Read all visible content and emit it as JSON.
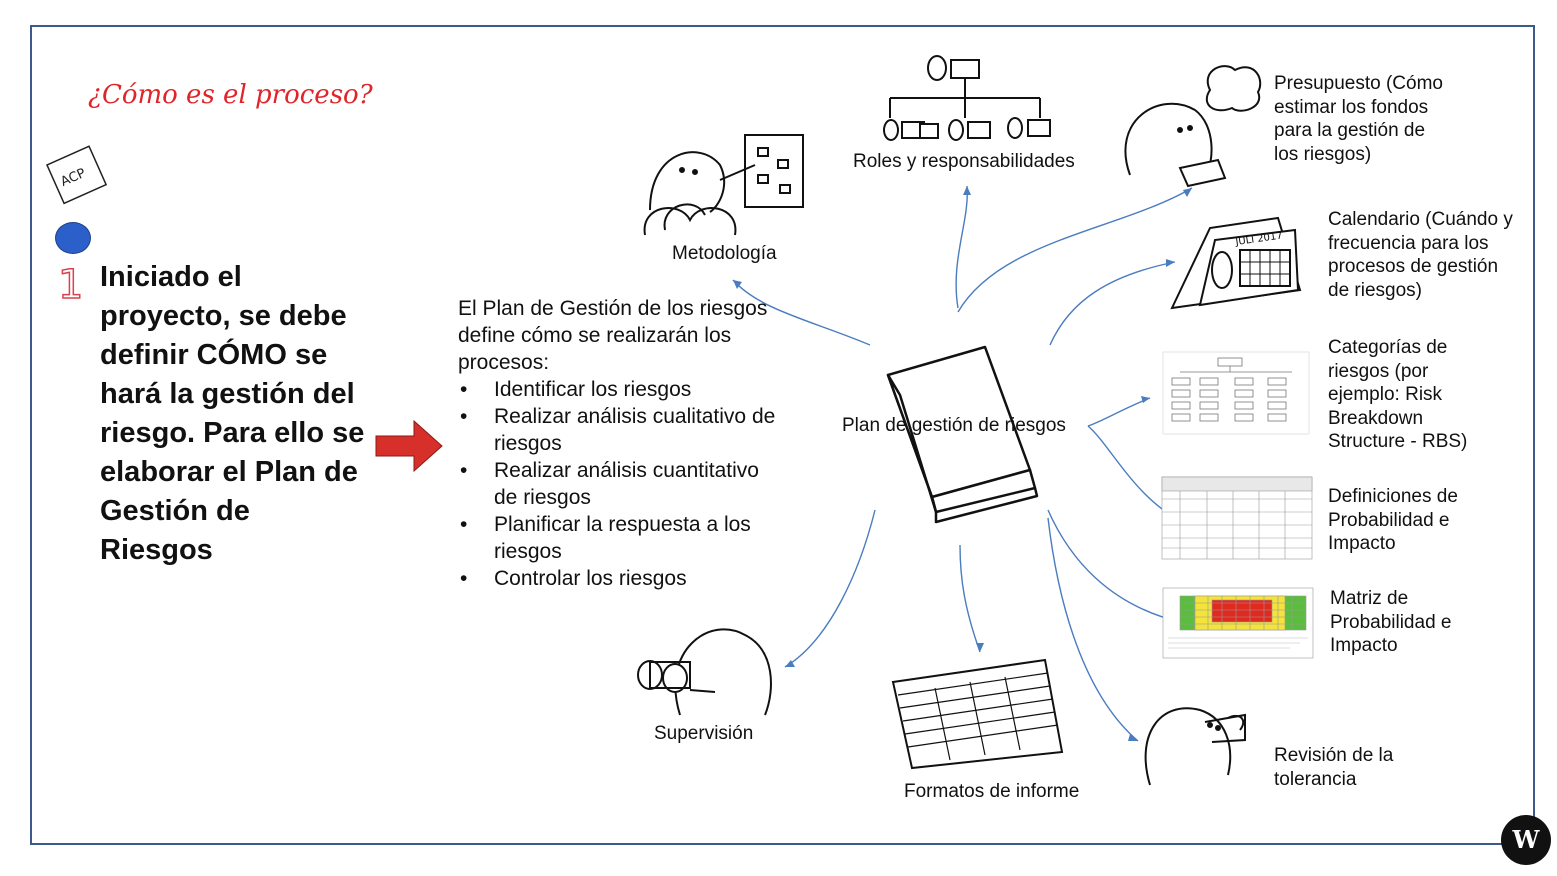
{
  "heading": "¿Cómo es el proceso?",
  "badge": "ACP",
  "step": {
    "number": "1",
    "text": "Iniciado el proyecto, se debe definir CÓMO se hará la gestión del riesgo.  Para ello se elaborar el Plan de Gestión de Riesgos"
  },
  "intro": {
    "lead": "El Plan de Gestión de los riesgos define cómo se realizarán los procesos:",
    "items": [
      "Identificar los riesgos",
      "Realizar análisis cualitativo de riesgos",
      "Realizar análisis cuantitativo de riesgos",
      "Planificar la respuesta a los riesgos",
      "Controlar los riesgos"
    ]
  },
  "center": "Plan de gestión de riesgos",
  "nodes": {
    "metodologia": "Metodología",
    "roles": "Roles y responsabilidades",
    "presupuesto": "Presupuesto (Cómo estimar los fondos para la gestión de los riesgos)",
    "calendario": "Calendario (Cuándo y frecuencia para los procesos de gestión de riesgos)",
    "categorias": "Categorías de riesgos (por ejemplo: Risk Breakdown Structure - RBS)",
    "definiciones": "Definiciones de Probabilidad e Impacto",
    "matriz": "Matriz de Probabilidad e Impacto",
    "revision": "Revisión de la tolerancia",
    "formatos": "Formatos de informe",
    "supervision": "Supervisión"
  },
  "calendar_label": "JULI 2017",
  "logo": "W",
  "colors": {
    "arrow": "#4a7cc0",
    "frame": "#3b5a8a",
    "heading": "#e0242a",
    "red_arrow": "#d7302a",
    "dot": "#2b5fc9"
  }
}
